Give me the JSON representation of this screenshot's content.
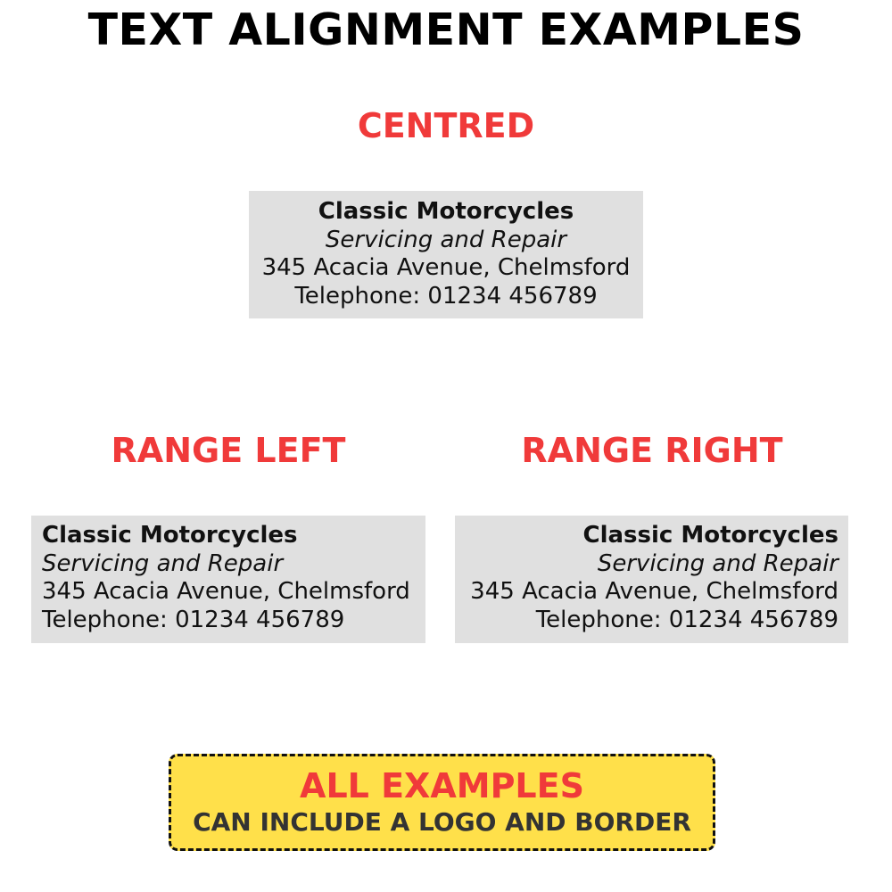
{
  "title": "TEXT ALIGNMENT EXAMPLES",
  "colors": {
    "heading_red": "#f03a3a",
    "card_background": "#e0e0e0",
    "note_background": "#ffe04a",
    "text_dark": "#111111"
  },
  "examples": [
    {
      "heading": "CENTRED",
      "alignment": "center",
      "card": {
        "name": "Classic Motorcycles",
        "tagline": "Servicing and Repair",
        "address": "345 Acacia Avenue, Chelmsford",
        "telephone": "Telephone: 01234 456789"
      }
    },
    {
      "heading": "RANGE LEFT",
      "alignment": "left",
      "card": {
        "name": "Classic Motorcycles",
        "tagline": "Servicing and Repair",
        "address": "345 Acacia Avenue, Chelmsford",
        "telephone": "Telephone: 01234 456789"
      }
    },
    {
      "heading": "RANGE RIGHT",
      "alignment": "right",
      "card": {
        "name": "Classic Motorcycles",
        "tagline": "Servicing and Repair",
        "address": "345 Acacia Avenue, Chelmsford",
        "telephone": "Telephone: 01234 456789"
      }
    }
  ],
  "note": {
    "title": "ALL EXAMPLES",
    "subtitle": "CAN INCLUDE A LOGO AND BORDER"
  }
}
